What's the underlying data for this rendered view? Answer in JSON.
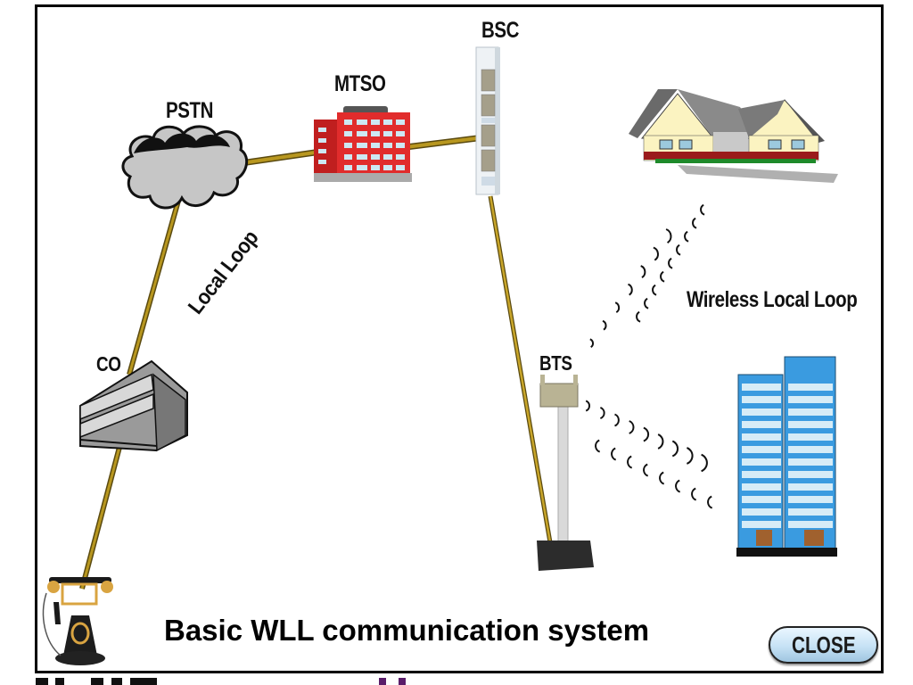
{
  "diagram": {
    "title": "Basic WLL communication system",
    "nodes": {
      "pstn": "PSTN",
      "mtso": "MTSO",
      "bsc": "BSC",
      "co": "CO",
      "bts": "BTS"
    },
    "link_labels": {
      "local_loop": "Local Loop",
      "wireless_local_loop": "Wireless Local Loop"
    },
    "icons": [
      "cloud-icon",
      "office-building-icon",
      "server-rack-icon",
      "central-office-building-icon",
      "telephone-icon",
      "antenna-tower-icon",
      "house-icon",
      "skyscraper-icon",
      "radio-waves-icon"
    ],
    "colors": {
      "wire": "#a8891a",
      "mtso_building": "#e02b2b",
      "skyscraper": "#3a9be0",
      "house_wall": "#fdf5c0",
      "cloud": "#c4c4c4",
      "close_button": "#c6e2f5"
    }
  },
  "controls": {
    "close_label": "CLOSE"
  }
}
